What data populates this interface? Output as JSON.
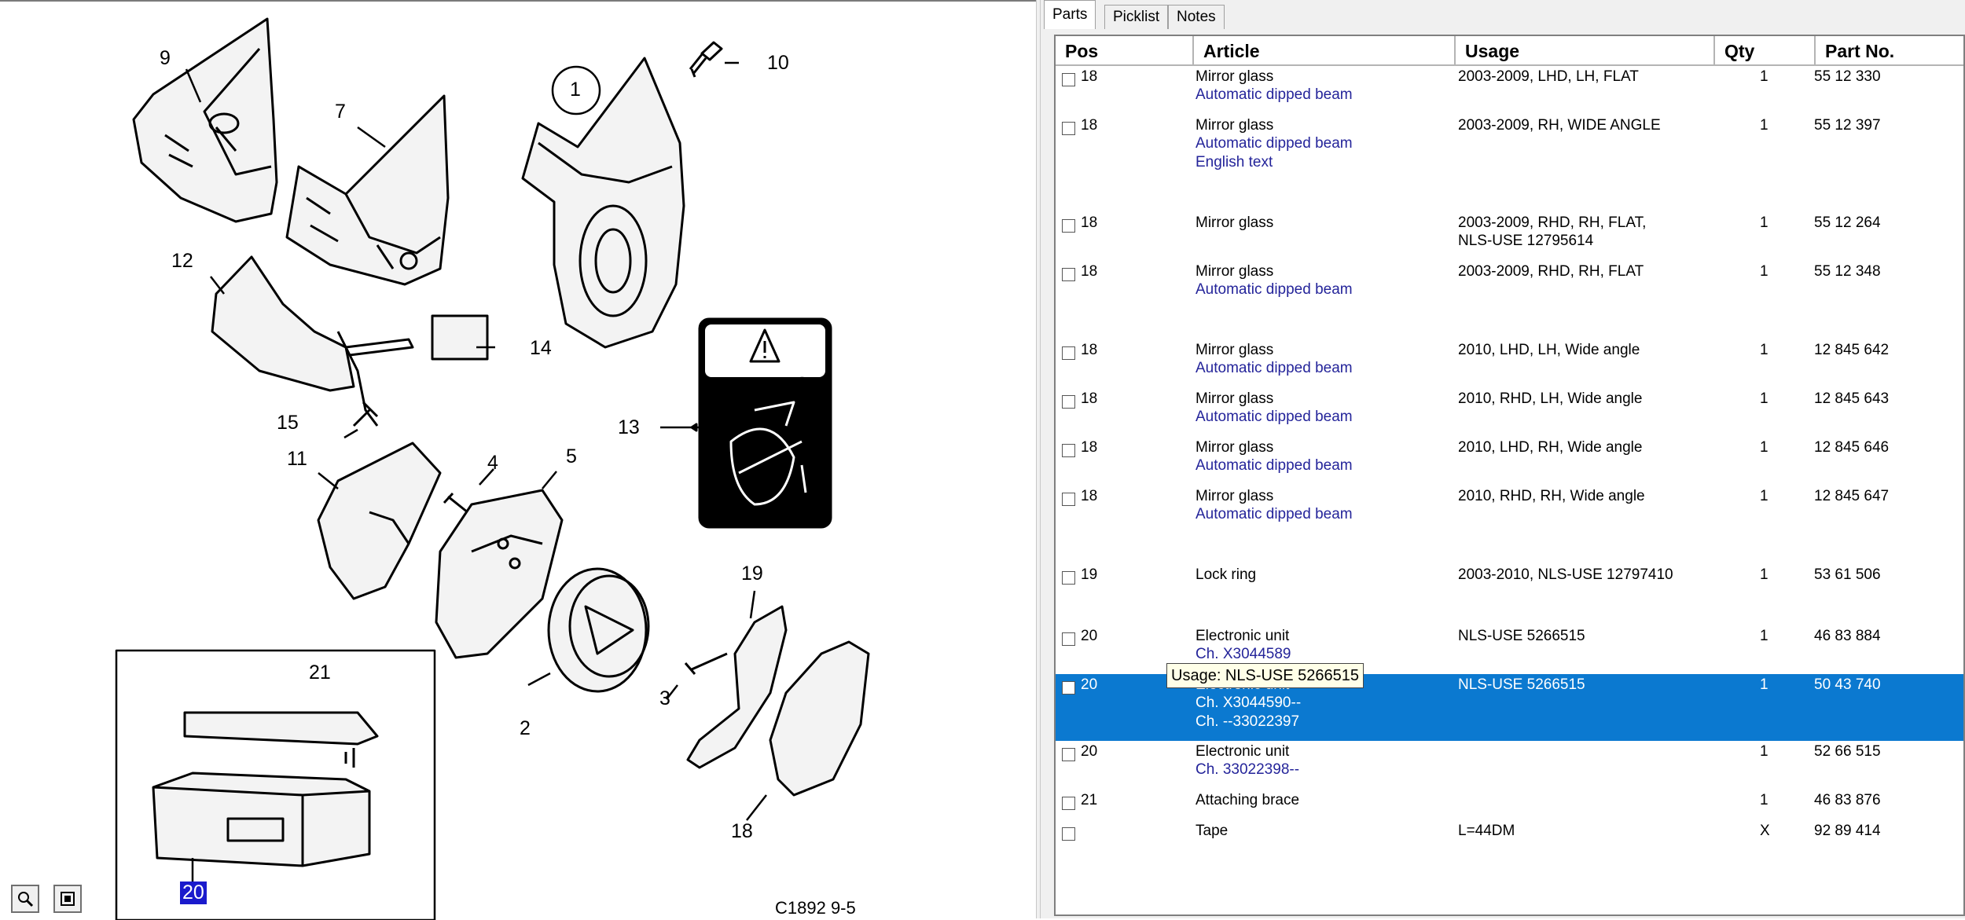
{
  "diagram": {
    "labels": {
      "p1": "1",
      "p2": "2",
      "p3": "3",
      "p4": "4",
      "p5": "5",
      "p7": "7",
      "p9": "9",
      "p10": "10",
      "p11": "11",
      "p12": "12",
      "p13": "13",
      "p14": "14",
      "p15": "15",
      "p18": "18",
      "p19": "19",
      "p20": "20",
      "p21": "21"
    },
    "warning_text": "WARNING",
    "drawing_code": "C1892 9-5"
  },
  "zoom_buttons": {
    "zoom": "zoom-icon",
    "fit": "fit-page-icon"
  },
  "tabs": {
    "parts": "Parts",
    "picklist": "Picklist",
    "notes": "Notes"
  },
  "columns": {
    "pos": "Pos",
    "article": "Article",
    "usage": "Usage",
    "qty": "Qty",
    "part_no": "Part No."
  },
  "rows": [
    {
      "pos": "18",
      "article": "Mirror glass",
      "notes": [
        "Automatic dipped beam"
      ],
      "usage": [
        "2003-2009, LHD, LH, FLAT"
      ],
      "qty": "1",
      "part_no": "55 12 330"
    },
    {
      "pos": "18",
      "article": "Mirror glass",
      "notes": [
        "Automatic dipped beam",
        "English text"
      ],
      "usage": [
        "2003-2009, RH, WIDE ANGLE"
      ],
      "qty": "1",
      "part_no": "55 12 397"
    },
    {
      "pos": "18",
      "article": "Mirror glass",
      "notes": [],
      "usage": [
        "2003-2009, RHD, RH, FLAT,",
        "NLS-USE 12795614"
      ],
      "qty": "1",
      "part_no": "55 12 264"
    },
    {
      "pos": "18",
      "article": "Mirror glass",
      "notes": [
        "Automatic dipped beam"
      ],
      "usage": [
        "2003-2009, RHD, RH, FLAT"
      ],
      "qty": "1",
      "part_no": "55 12 348"
    },
    {
      "pos": "18",
      "article": "Mirror glass",
      "notes": [
        "Automatic dipped beam"
      ],
      "usage": [
        "2010, LHD, LH, Wide angle"
      ],
      "qty": "1",
      "part_no": "12 845 642"
    },
    {
      "pos": "18",
      "article": "Mirror glass",
      "notes": [
        "Automatic dipped beam"
      ],
      "usage": [
        "2010, RHD, LH, Wide angle"
      ],
      "qty": "1",
      "part_no": "12 845 643"
    },
    {
      "pos": "18",
      "article": "Mirror glass",
      "notes": [
        "Automatic dipped beam"
      ],
      "usage": [
        "2010, LHD, RH, Wide angle"
      ],
      "qty": "1",
      "part_no": "12 845 646"
    },
    {
      "pos": "18",
      "article": "Mirror glass",
      "notes": [
        "Automatic dipped beam"
      ],
      "usage": [
        "2010, RHD, RH, Wide angle"
      ],
      "qty": "1",
      "part_no": "12 845 647"
    },
    {
      "pos": "19",
      "article": "Lock ring",
      "notes": [],
      "usage": [
        "2003-2010, NLS-USE 12797410"
      ],
      "qty": "1",
      "part_no": "53 61 506"
    },
    {
      "pos": "20",
      "article": "Electronic unit",
      "notes": [
        "Ch. X3044589"
      ],
      "usage": [
        "NLS-USE 5266515"
      ],
      "qty": "1",
      "part_no": "46 83 884"
    },
    {
      "pos": "20",
      "article": "Electronic unit",
      "notes": [
        "Ch. X3044590--",
        "Ch. --33022397"
      ],
      "usage": [
        "NLS-USE 5266515"
      ],
      "qty": "1",
      "part_no": "50 43 740"
    },
    {
      "pos": "20",
      "article": "Electronic unit",
      "notes": [
        "Ch. 33022398--"
      ],
      "usage": [],
      "qty": "1",
      "part_no": "52 66 515"
    },
    {
      "pos": "21",
      "article": "Attaching brace",
      "notes": [],
      "usage": [],
      "qty": "1",
      "part_no": "46 83 876"
    },
    {
      "pos": "",
      "article": "Tape",
      "notes": [],
      "usage": [
        "L=44DM"
      ],
      "qty": "X",
      "part_no": "92 89 414"
    }
  ],
  "tooltip": "Usage: NLS-USE 5266515"
}
